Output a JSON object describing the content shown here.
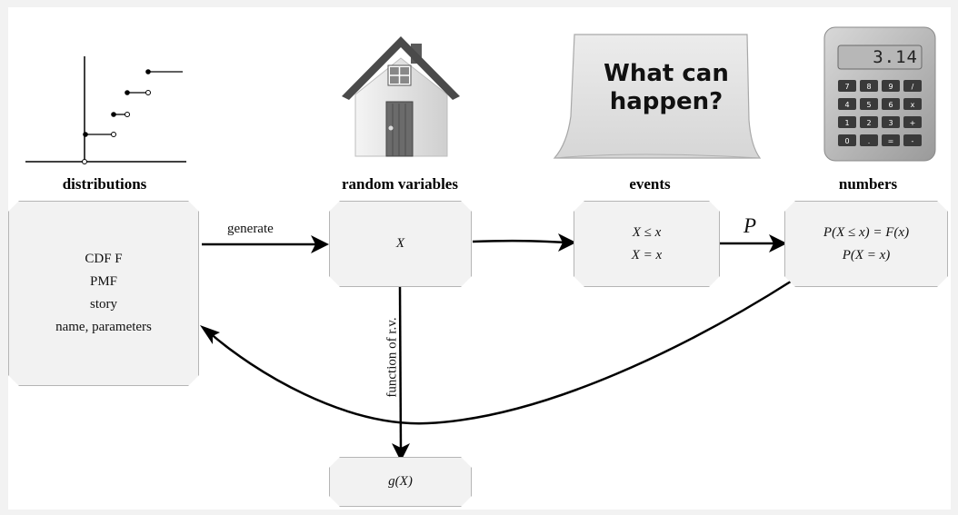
{
  "headers": {
    "distributions": "distributions",
    "random_variables": "random variables",
    "events": "events",
    "numbers": "numbers"
  },
  "boxes": {
    "distributions": [
      "CDF F",
      "PMF",
      "story",
      "name, parameters"
    ],
    "random_variables": "X",
    "events": [
      "X ≤ x",
      "X = x"
    ],
    "numbers": [
      "P(X ≤ x) = F(x)",
      "P(X = x)"
    ],
    "function": "g(X)"
  },
  "arrows": {
    "generate": "generate",
    "probability": "P",
    "function_of_rv": "function of r.v."
  },
  "note": {
    "text": "What can happen?"
  },
  "calculator": {
    "display": "3.14",
    "keys": [
      "7",
      "8",
      "9",
      "/",
      "4",
      "5",
      "6",
      "x",
      "1",
      "2",
      "3",
      "+",
      "0",
      ".",
      "=",
      "-"
    ]
  },
  "icons": [
    "cdf-plot-icon",
    "house-icon",
    "sticky-note-icon",
    "calculator-icon"
  ]
}
